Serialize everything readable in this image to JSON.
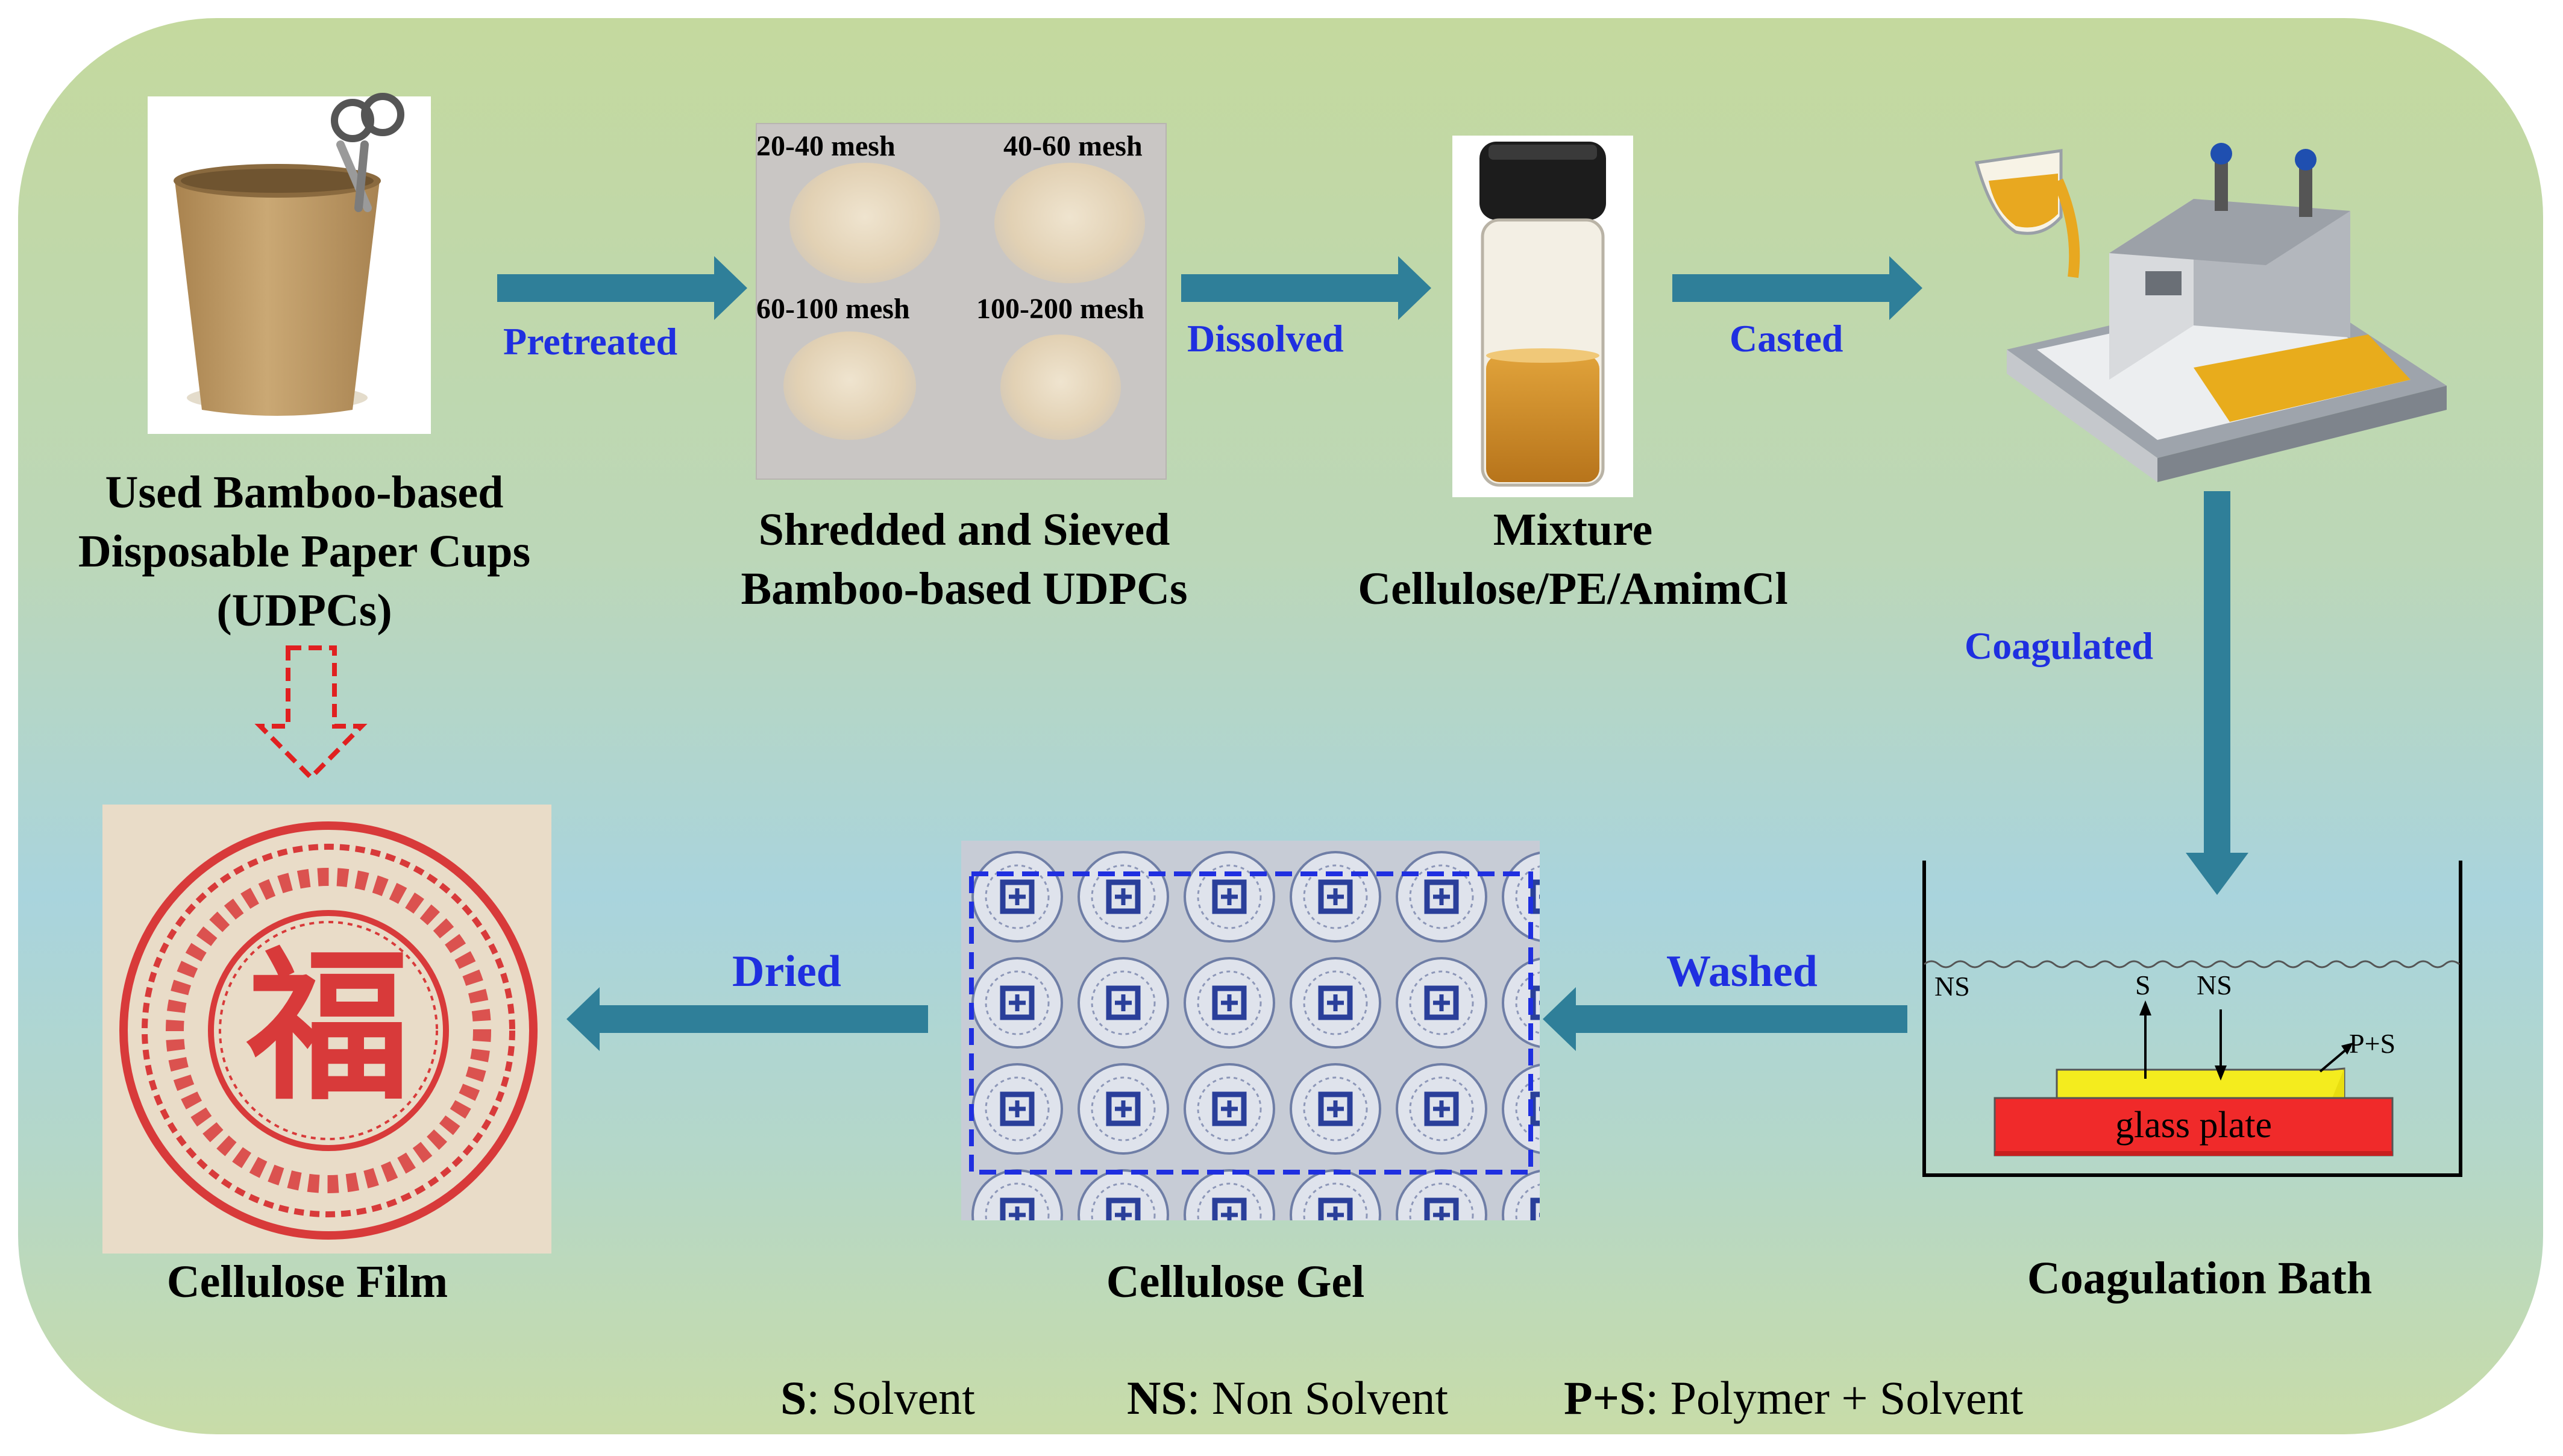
{
  "figure": {
    "captions": {
      "udpc": [
        "Used Bamboo-based",
        "Disposable Paper Cups",
        "(UDPCs)"
      ],
      "shredded": [
        "Shredded and Sieved",
        "Bamboo-based UDPCs"
      ],
      "mixture": [
        "Mixture",
        "Cellulose/PE/AmimCl"
      ],
      "coag_bath": "Coagulation Bath",
      "gel": "Cellulose Gel",
      "film": "Cellulose Film"
    },
    "steps": {
      "pretreated": "Pretreated",
      "dissolved": "Dissolved",
      "casted": "Casted",
      "coagulated": "Coagulated",
      "washed": "Washed",
      "dried": "Dried"
    },
    "mesh_labels": [
      "20-40 mesh",
      "40-60 mesh",
      "60-100 mesh",
      "100-200 mesh"
    ],
    "bath": {
      "ns_left": "NS",
      "s": "S",
      "ns": "NS",
      "ps": "P+S",
      "glass_plate": "glass plate"
    },
    "legend": [
      {
        "key": "S",
        "desc": ": Solvent"
      },
      {
        "key": "NS",
        "desc": ": Non Solvent"
      },
      {
        "key": "P+S",
        "desc": ": Polymer + Solvent"
      }
    ],
    "film_character": "福",
    "colors": {
      "arrow": "#2f7f99",
      "step_text": "#1f2fe0",
      "glass_plate": "#f02a2a",
      "film_layer": "#f4ec1e",
      "gel_box": "#1f2fe0",
      "film_pattern": "#d83a3a"
    }
  }
}
